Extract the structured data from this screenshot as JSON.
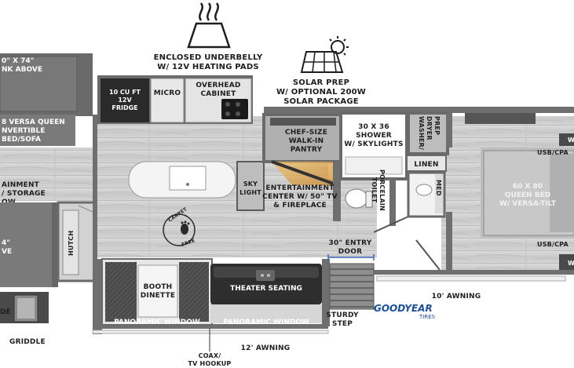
{
  "colors": {
    "wall": "#6f6f6f",
    "floor": "#cfcfcf",
    "furniture": "#3a3a3a",
    "outline_blue": "#3a66b8",
    "brand_blue": "#1b4f9c",
    "fireplace_orange": "#e0a030"
  },
  "features": {
    "underbelly": [
      "ENCLOSED UNDERBELLY",
      "W/ 12V HEATING PADS"
    ],
    "solar": [
      "SOLAR PREP",
      "W/ OPTIONAL 200W",
      "SOLAR PACKAGE"
    ]
  },
  "rooms": {
    "bunk_size": "0\" X 74\"",
    "bunk_above": "NK ABOVE",
    "sofa": [
      "8 VERSA QUEEN",
      "NVERTIBLE",
      "BED/SOFA"
    ],
    "entertainment_left": [
      "AINMENT",
      "/ STORAGE",
      "OW"
    ],
    "left_size": "4\"",
    "left_ve": "VE",
    "hutch": "HUTCH",
    "fridge": [
      "10 CU FT",
      "12V",
      "FRIDGE"
    ],
    "micro": "MICRO",
    "overhead_cabinet": [
      "OVERHEAD",
      "CABINET"
    ],
    "pantry": [
      "CHEF-SIZE",
      "WALK-IN",
      "PANTRY"
    ],
    "shower": [
      "30 X 36",
      "SHOWER",
      "W/ SKYLIGHTS"
    ],
    "washer": [
      "WASHER/",
      "DRYER",
      "PREP"
    ],
    "linen": "LINEN",
    "med": "MED",
    "skylight": [
      "SKY",
      "LIGHT"
    ],
    "entertainment_center": [
      "ENTERTAINMENT",
      "CENTER W/ 50\" TV",
      "& FIREPLACE"
    ],
    "porcelain_toilet": [
      "PORCELAIN",
      "TOILET"
    ],
    "usb_top": "USB/CPA",
    "usb_bottom": "USB/CPA",
    "queen_bed": [
      "60 X 80",
      "QUEEN BED",
      "W/ VERSA-TILT"
    ],
    "carpet_free_top": "CARPET",
    "carpet_free_bottom": "FREE",
    "entry_door": [
      "30\" ENTRY",
      "DOOR"
    ],
    "booth_dinette": [
      "BOOTH",
      "DINETTE"
    ],
    "theater_seating": "THEATER SEATING",
    "panoramic_window_1": "PANORAMIC WINDOW",
    "panoramic_window_2": "PANORAMIC WINDOW",
    "sturdy_step": [
      "STURDY",
      "STEP"
    ],
    "brand_logo": "GOODYEAR",
    "brand_sub": "TIRES",
    "awning_10": "10' AWNING",
    "awning_12": "12' AWNING",
    "coax": [
      "COAX/",
      "TV HOOKUP"
    ],
    "griddle": "GRIDDLE",
    "de": "DE",
    "w_side_top": "W",
    "w_side_bottom": "W"
  }
}
